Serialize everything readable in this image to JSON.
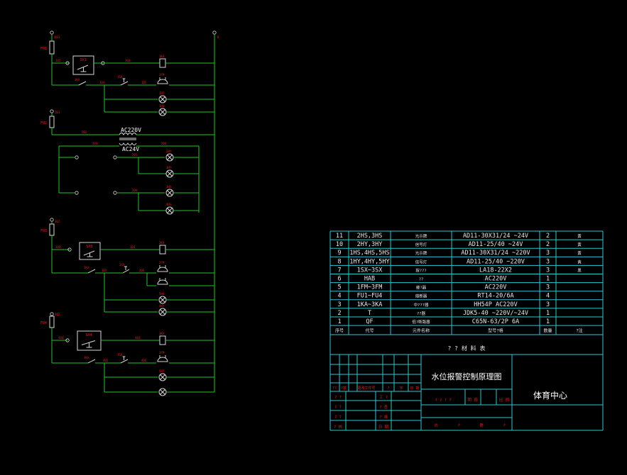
{
  "colors": {
    "wire": "#22c42a",
    "label": "#e61e1e",
    "device": "#d8d8d8",
    "table": "#27c9d0",
    "text": "#ffffff",
    "tabletext": "#e8e8e8",
    "red": "#e61e1e"
  },
  "transformer": {
    "primary": "AC220V",
    "secondary": "AC24V"
  },
  "circuit": {
    "fuses": [
      "FU1",
      "FU2",
      "FU3",
      "FU4"
    ],
    "switches": [
      "SX1",
      "SX3",
      "SX4"
    ],
    "relays": [
      "1KA",
      "2KA",
      "3KA"
    ],
    "buzzers": [
      "1FM",
      "2FM",
      "3FM"
    ],
    "contacts": [
      "1KA",
      "1SX",
      "2KA",
      "2SX",
      "3KA",
      "3SX"
    ],
    "lamps": [
      "1HY",
      "1HS",
      "2HY",
      "3HY",
      "3HS",
      "4HS",
      "5HS",
      "4HY",
      "5HY"
    ],
    "wires": [
      "101",
      "102",
      "103",
      "104",
      "105",
      "106",
      "107",
      "201",
      "202",
      "203",
      "204",
      "205",
      "206",
      "301",
      "302",
      "303",
      "304",
      "305",
      "306",
      "307",
      "401",
      "402",
      "403",
      "404",
      "405",
      "406",
      "407"
    ],
    "top_left_node": "L",
    "top_right_node": "N"
  },
  "bom": {
    "rows": [
      {
        "no": "11",
        "code": "2HS,3HS",
        "name": "光示牌",
        "model": "AD11-30X31/24 ~24V",
        "qty": "2",
        "note": "黄"
      },
      {
        "no": "10",
        "code": "2HY,3HY",
        "name": "信号灯",
        "model": "AD11-25/40 ~24V",
        "qty": "2",
        "note": "黄"
      },
      {
        "no": "9",
        "code": "1HS,4HS,5HS",
        "name": "光示牌",
        "model": "AD11-30X31/24 ~220V",
        "qty": "3",
        "note": "黄"
      },
      {
        "no": "8",
        "code": "1HY,4HY,5HY",
        "name": "信号灯",
        "model": "AD11-25/40 ~220V",
        "qty": "3",
        "note": "黄"
      },
      {
        "no": "7",
        "code": "1SX~3SX",
        "name": "按???",
        "model": "LA18-22X2",
        "qty": "3",
        "note": "黑"
      },
      {
        "no": "6",
        "code": "HAB",
        "name": "??",
        "model": "AC220V",
        "qty": "1",
        "note": ""
      },
      {
        "no": "5",
        "code": "1FM~3FM",
        "name": "蜂?器",
        "model": "AC220V",
        "qty": "3",
        "note": ""
      },
      {
        "no": "4",
        "code": "FU1~FU4",
        "name": "熔断器",
        "model": "RT14-20/6A",
        "qty": "4",
        "note": ""
      },
      {
        "no": "3",
        "code": "1KA~3KA",
        "name": "中???器",
        "model": "HH54P AC220V",
        "qty": "3",
        "note": ""
      },
      {
        "no": "2",
        "code": "T",
        "name": "??器",
        "model": "JDK5-40 ~220V/~24V",
        "qty": "1",
        "note": ""
      },
      {
        "no": "1",
        "code": "QF",
        "name": "低?断路器",
        "model": "C65N-63/2P 6A",
        "qty": "1",
        "note": ""
      }
    ],
    "header": {
      "no": "序号",
      "code": "代号",
      "name": "元件名称",
      "model": "型号?格",
      "qty": "数量",
      "note": "?注"
    },
    "material_title": "? ? 材 料 表",
    "drawing_title": "水位报警控制原理图",
    "owner": "体育中心",
    "sign_labels": [
      "??",
      "?数",
      "更改文件号",
      "?",
      "字",
      "日 期"
    ],
    "left_labels": [
      "? ?",
      "? ?",
      "? ?",
      "? 核"
    ],
    "mid_labels": [
      "工 ?",
      "? 查",
      "? 准",
      "日 期"
    ],
    "stage_labels": [
      "? ? ? ?",
      "阶 段",
      "比 例"
    ],
    "sheet_labels": [
      "共",
      "?",
      "第",
      "?"
    ]
  }
}
